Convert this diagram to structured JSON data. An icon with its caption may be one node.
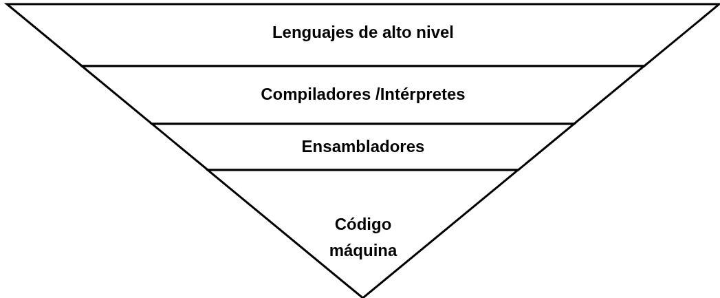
{
  "diagram": {
    "nodes": [
      {
        "text": [
          "Lenguajes de alto nivel"
        ]
      },
      {
        "text": [
          "Compiladores /Intérpretes"
        ]
      },
      {
        "text": [
          "Ensambladores"
        ]
      },
      {
        "text": [
          "Código máquina"
        ]
      }
    ]
  }
}
